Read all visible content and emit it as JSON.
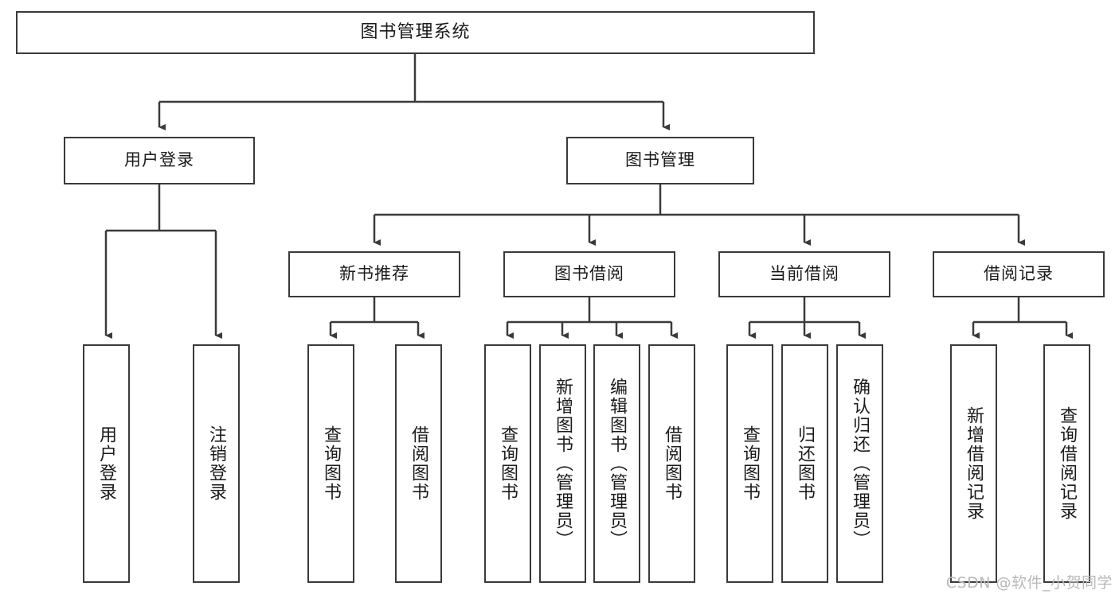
{
  "diagram": {
    "type": "tree-hierarchy",
    "title": "图书管理系统",
    "watermark": "CSDN @软件_小贺同学",
    "colors": {
      "stroke": "#3a3a3a",
      "fill": "#ffffff",
      "text": "#1b1b1b",
      "watermark": "#b9b9b9",
      "background": "#ffffff"
    },
    "levels": {
      "root": {
        "label": "图书管理系统"
      },
      "level2": [
        {
          "id": "user-login",
          "label": "用户登录"
        },
        {
          "id": "book-admin",
          "label": "图书管理"
        }
      ],
      "level3": [
        {
          "id": "new-book-recommend",
          "label": "新书推荐",
          "parent": "book-admin"
        },
        {
          "id": "book-borrow",
          "label": "图书借阅",
          "parent": "book-admin"
        },
        {
          "id": "current-borrow",
          "label": "当前借阅",
          "parent": "book-admin"
        },
        {
          "id": "borrow-record",
          "label": "借阅记录",
          "parent": "book-admin"
        }
      ],
      "leaves": [
        {
          "id": "leaf-user-login",
          "label": "用户登录",
          "parent": "user-login"
        },
        {
          "id": "leaf-user-logout",
          "label": "注销登录",
          "parent": "user-login"
        },
        {
          "id": "leaf-query-book-1",
          "label": "查询图书",
          "parent": "new-book-recommend"
        },
        {
          "id": "leaf-borrow-book-1",
          "label": "借阅图书",
          "parent": "new-book-recommend"
        },
        {
          "id": "leaf-query-book-2",
          "label": "查询图书",
          "parent": "book-borrow"
        },
        {
          "id": "leaf-add-book",
          "label": "新增图书（管理员）",
          "parent": "book-borrow"
        },
        {
          "id": "leaf-edit-book",
          "label": "编辑图书（管理员）",
          "parent": "book-borrow"
        },
        {
          "id": "leaf-borrow-book-2",
          "label": "借阅图书",
          "parent": "book-borrow"
        },
        {
          "id": "leaf-query-book-3",
          "label": "查询图书",
          "parent": "current-borrow"
        },
        {
          "id": "leaf-return-book",
          "label": "归还图书",
          "parent": "current-borrow"
        },
        {
          "id": "leaf-confirm-return",
          "label": "确认归还（管理员）",
          "parent": "current-borrow"
        },
        {
          "id": "leaf-add-record",
          "label": "新增借阅记录",
          "parent": "borrow-record"
        },
        {
          "id": "leaf-query-record",
          "label": "查询借阅记录",
          "parent": "borrow-record"
        }
      ]
    }
  }
}
